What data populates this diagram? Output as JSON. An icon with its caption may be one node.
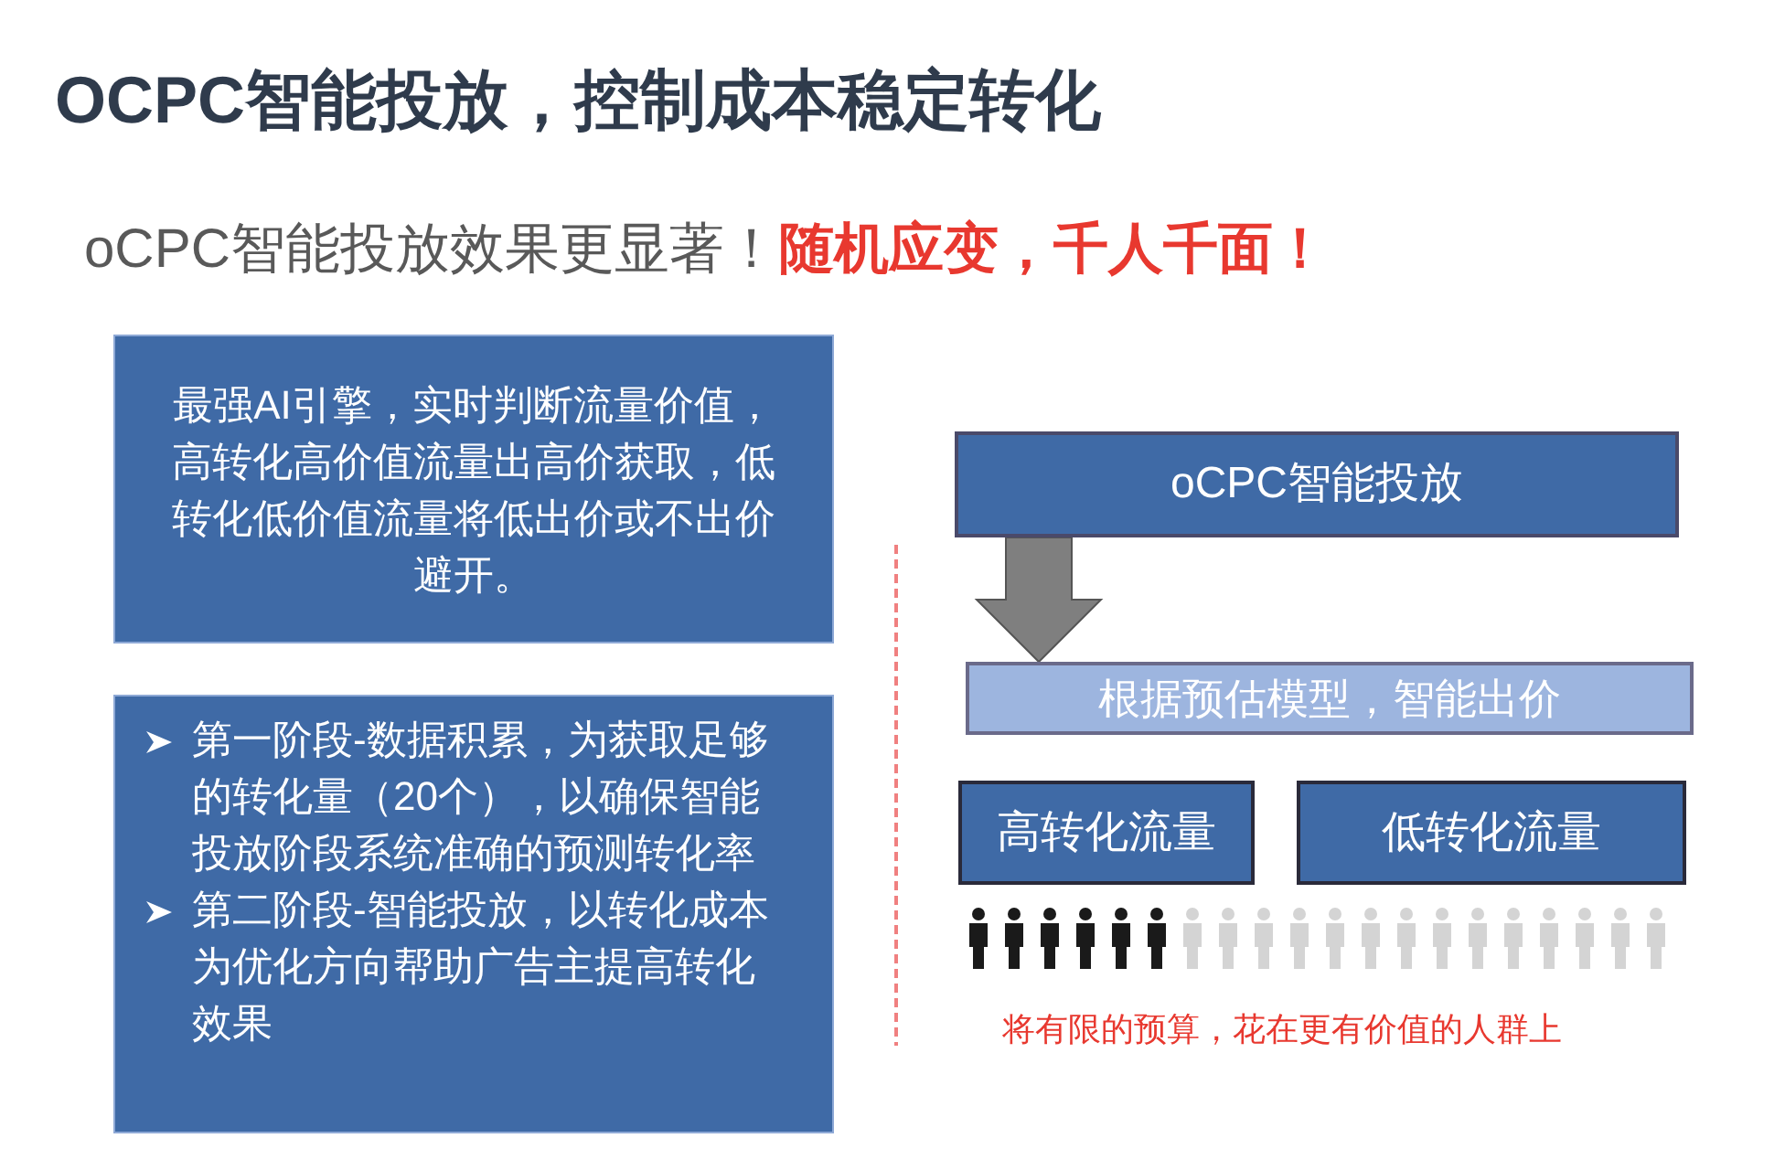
{
  "diagram": {
    "title": "OCPC智能投放，控制成本稳定转化",
    "nodes": [
      {
        "text": [
          "最强AI引擎，实时判断流量价值，高转化高价值流量出高价获取，低转化低价值流量将低出价或不出价避开。"
        ]
      },
      {
        "text": [
          "第一阶段-数据积累，为获取足够的转化量（20个），以确保智能投放阶段系统准确的预测转化率",
          "第二阶段-智能投放，以转化成本为优化方向帮助广告主提高转化效果"
        ]
      },
      {
        "text": [
          "oCPC智能投放"
        ]
      },
      {
        "text": [
          "根据预估模型，智能出价"
        ]
      },
      {
        "text": [
          "高转化流量"
        ]
      },
      {
        "text": [
          "低转化流量"
        ]
      }
    ],
    "edges": [
      {
        "from": 2,
        "to": 3,
        "arrow": "to",
        "style": "thick",
        "color": "#7f7f7f"
      }
    ],
    "labels": [
      "oCPC智能投放效果更显著！",
      "随机应变，千人千面！",
      "将有限的预算，花在更有价值的人群上"
    ]
  }
}
